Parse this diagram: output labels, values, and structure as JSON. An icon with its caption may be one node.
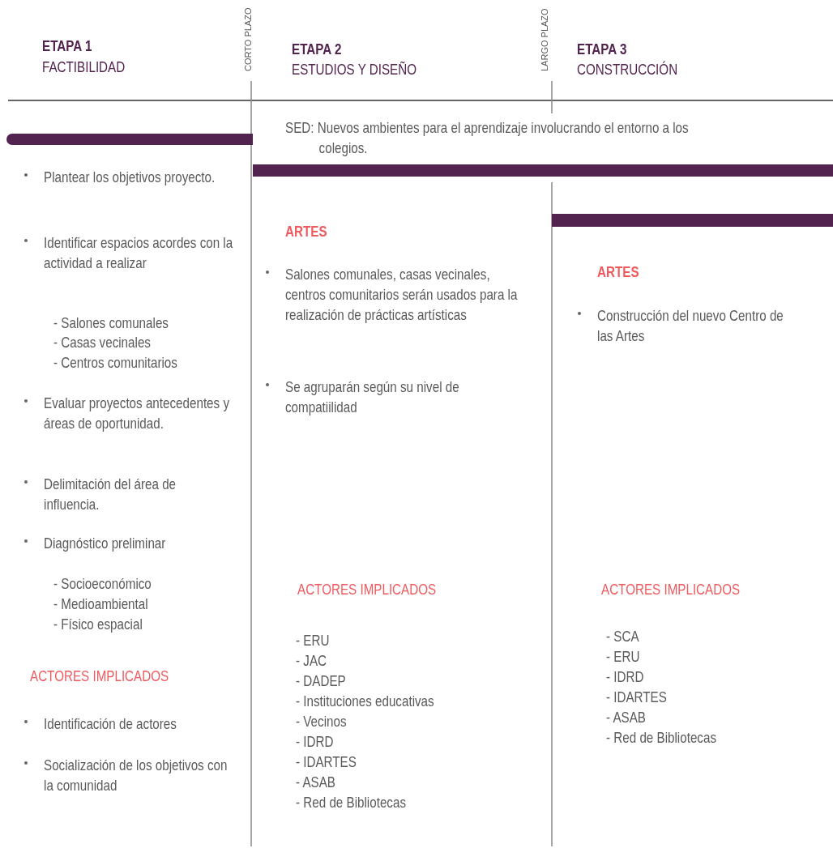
{
  "diagram": {
    "nodes": [
      {
        "text": [],
        "shape": "bar"
      },
      {
        "text": [],
        "shape": "bar"
      },
      {
        "text": [],
        "shape": "bar"
      }
    ],
    "labels": [
      "ETAPA 1",
      "FACTIBILIDAD",
      "CORTO PLAZO",
      "ETAPA 2",
      "ESTUDIOS Y DISEÑO",
      "LARGO PLAZO",
      "ETAPA 3",
      "CONSTRUCCIÓN",
      "SED: Nuevos ambientes para el aprendizaje involucrando el entorno a los colegios.",
      "Plantear los objetivos proyecto.",
      "Identificar espacios acordes con la actividad a realizar",
      "- Salones comunales",
      "- Casas vecinales",
      "- Centros comunitarios",
      "Evaluar proyectos antecedentes y áreas de oportunidad.",
      "Delimitación del área de influencia.",
      "Diagnóstico preliminar",
      "- Socioeconómico",
      "- Medioambiental",
      "- Físico espacial",
      "ACTORES IMPLICADOS",
      "Identificación de actores",
      "Socialización de los objetivos con la comunidad",
      "ARTES",
      "Salones comunales, casas vecinales, centros comunitarios serán usados para la realización de prácticas artísticas",
      "Se agruparán según su nivel de compatiilidad",
      "ACTORES IMPLICADOS",
      "- ERU",
      "- JAC",
      "- DADEP",
      "- Instituciones educativas",
      "- Vecinos",
      "- IDRD",
      "- IDARTES",
      "- ASAB",
      "- Red de Bibliotecas",
      "ARTES",
      "Construcción del nuevo Centro de las Artes",
      "ACTORES IMPLICADOS",
      "- SCA",
      "- ERU",
      "- IDRD",
      "- IDARTES",
      "- ASAB",
      "- Red de Bibliotecas"
    ]
  }
}
